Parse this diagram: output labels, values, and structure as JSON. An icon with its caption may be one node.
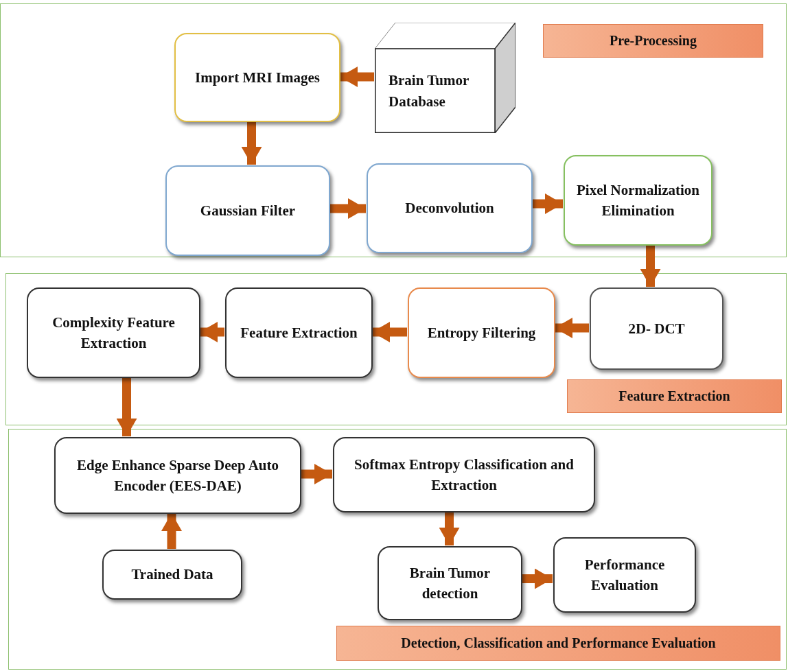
{
  "diagram": {
    "nodes": [
      {
        "text": [
          "Pre-Processing"
        ]
      },
      {
        "text": [
          "Import MRI Images"
        ],
        "in": 0
      },
      {
        "text": [
          "Brain Tumor Database"
        ],
        "in": 0
      },
      {
        "text": [
          "Gaussian Filter"
        ],
        "in": 0
      },
      {
        "text": [
          "Deconvolution"
        ],
        "in": 0
      },
      {
        "text": [
          "Pixel Normalization Elimination"
        ],
        "in": 0
      },
      {
        "text": [
          "Feature Extraction"
        ]
      },
      {
        "text": [
          "2D- DCT"
        ],
        "in": 6
      },
      {
        "text": [
          "Entropy Filtering"
        ],
        "in": 6
      },
      {
        "text": [
          "Feature Extraction"
        ],
        "in": 6
      },
      {
        "text": [
          "Complexity Feature Extraction"
        ],
        "in": 6
      },
      {
        "text": [
          "Detection, Classification and Performance Evaluation"
        ]
      },
      {
        "text": [
          "Edge Enhance Sparse Deep Auto Encoder (EES-DAE)"
        ],
        "in": 11
      },
      {
        "text": [
          "Softmax Entropy Classification and Extraction"
        ],
        "in": 11
      },
      {
        "text": [
          "Trained Data"
        ],
        "in": 11
      },
      {
        "text": [
          "Brain Tumor detection"
        ],
        "in": 11
      },
      {
        "text": [
          "Performance Evaluation"
        ],
        "in": 11
      }
    ],
    "edges": [
      {
        "from": 2,
        "to": 1,
        "arrow": "to"
      },
      {
        "from": 1,
        "to": 3,
        "arrow": "to"
      },
      {
        "from": 3,
        "to": 4,
        "arrow": "to"
      },
      {
        "from": 4,
        "to": 5,
        "arrow": "to"
      },
      {
        "from": 5,
        "to": 7,
        "arrow": "to"
      },
      {
        "from": 7,
        "to": 8,
        "arrow": "to"
      },
      {
        "from": 8,
        "to": 9,
        "arrow": "to"
      },
      {
        "from": 9,
        "to": 10,
        "arrow": "to"
      },
      {
        "from": 10,
        "to": 12,
        "arrow": "to"
      },
      {
        "from": 14,
        "to": 12,
        "arrow": "to"
      },
      {
        "from": 12,
        "to": 13,
        "arrow": "to"
      },
      {
        "from": 13,
        "to": 15,
        "arrow": "to"
      },
      {
        "from": 15,
        "to": 16,
        "arrow": "to"
      }
    ]
  }
}
